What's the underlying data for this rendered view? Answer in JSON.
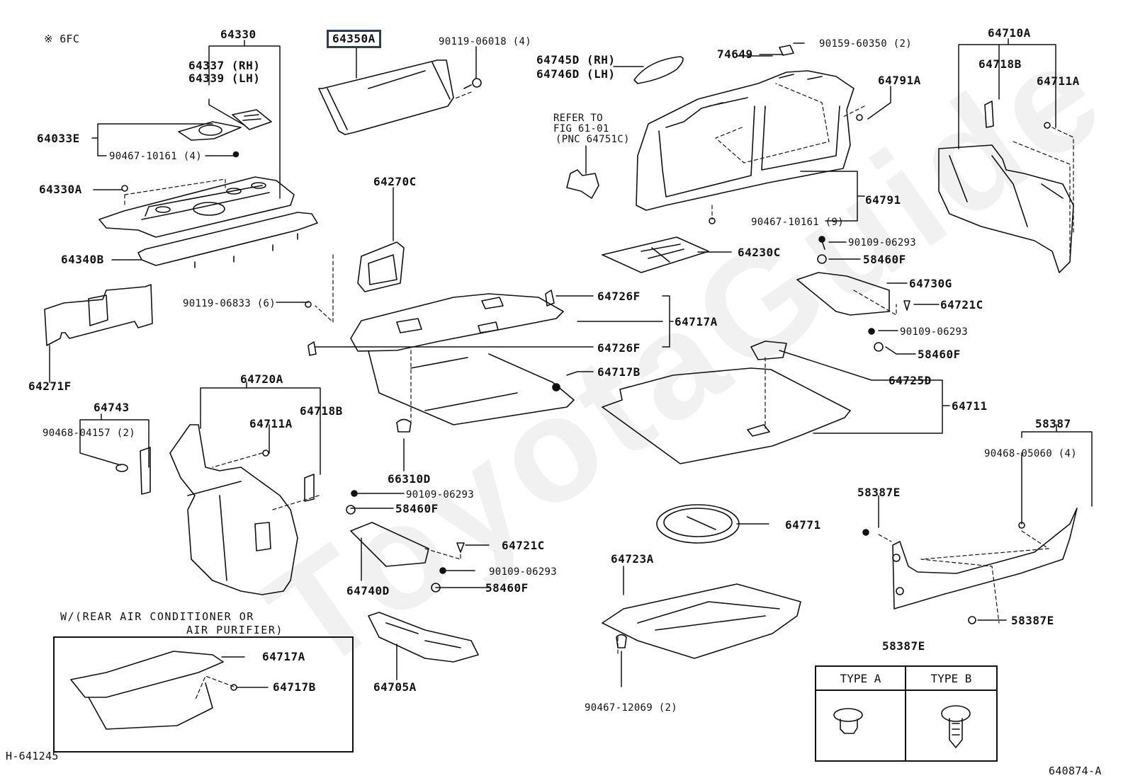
{
  "diagram": {
    "title_code": "※ 6FC",
    "figure_id_left": "H-641245",
    "figure_id_right": "640874-A",
    "highlighted_part": "64350A",
    "watermark": "ToyotaGuide",
    "accent_color": "#2b3f4e"
  },
  "labels": {
    "p64330": "64330",
    "p64337": "64337 (RH)",
    "p64339": "64339 (LH)",
    "p64033E": "64033E",
    "p90467_10161_4": "90467-10161 (4)",
    "p64330A": "64330A",
    "p64340B": "64340B",
    "p64271F": "64271F",
    "p64350A": "64350A",
    "p90119_06018": "90119-06018 (4)",
    "p64745D": "64745D (RH)",
    "p64746D": "64746D (LH)",
    "refer_1": "REFER TO",
    "refer_2": "FIG 61-01",
    "refer_3": "(PNC 64751C)",
    "p74649": "74649",
    "p90159": "90159-60350 (2)",
    "p64791A": "64791A",
    "p64791": "64791",
    "p90467_10161_9": "90467-10161 (9)",
    "p64710A": "64710A",
    "p64718B_r": "64718B",
    "p64711A_r": "64711A",
    "p64270C": "64270C",
    "p90119_06833": "90119-06833 (6)",
    "p64726F_1": "64726F",
    "p64717A": "64717A",
    "p64726F_2": "64726F",
    "p64717B": "64717B",
    "p64230C": "64230C",
    "p90109_a": "90109-06293",
    "p58460F_a": "58460F",
    "p64730G": "64730G",
    "p64721C_r": "64721C",
    "p90109_b": "90109-06293",
    "p58460F_b": "58460F",
    "p64725D": "64725D",
    "p64711": "64711",
    "p64743": "64743",
    "p90468_04157": "90468-04157 (2)",
    "p64720A": "64720A",
    "p64711A_l": "64711A",
    "p64718B_l": "64718B",
    "p66310D": "66310D",
    "p90109_c": "90109-06293",
    "p58460F_c": "58460F",
    "p64721C_l": "64721C",
    "p90109_d": "90109-06293",
    "p58460F_d": "58460F",
    "p64740D": "64740D",
    "p64705A": "64705A",
    "p64771": "64771",
    "p64723A": "64723A",
    "p90467_12069": "90467-12069 (2)",
    "p58387": "58387",
    "p90468_05060": "90468-05060 (4)",
    "p58387E_1": "58387E",
    "p58387E_2": "58387E",
    "inset_title_1": "W/(REAR AIR CONDITIONER OR",
    "inset_title_2": "AIR PURIFIER)",
    "inset_64717A": "64717A",
    "inset_64717B": "64717B"
  },
  "clip_table": {
    "title": "58387E",
    "columns": [
      "TYPE A",
      "TYPE B"
    ]
  }
}
